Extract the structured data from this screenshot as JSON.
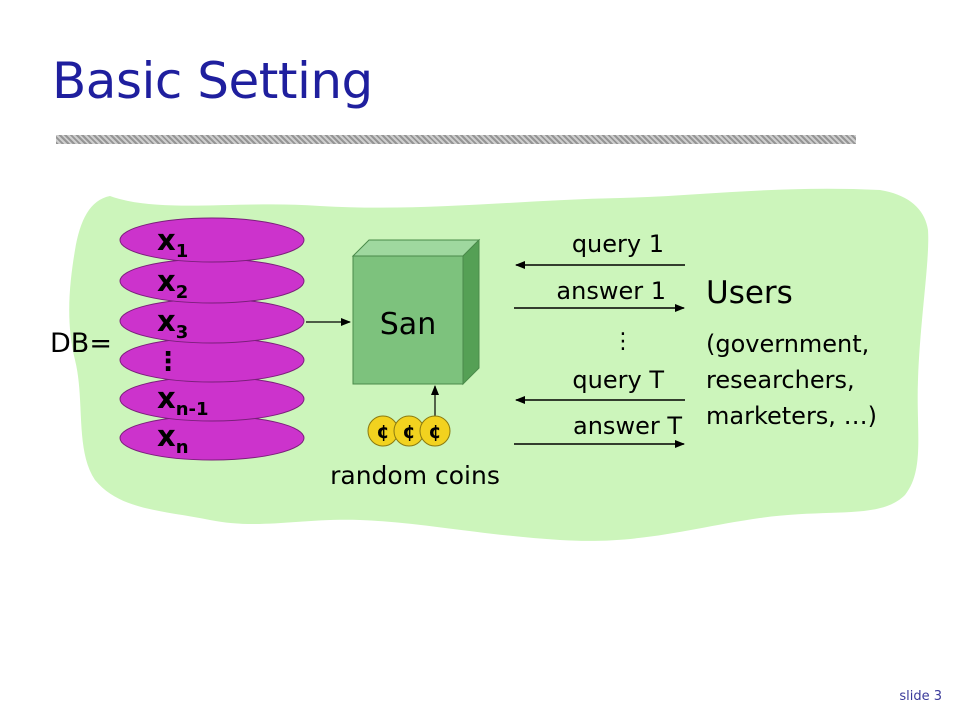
{
  "slide": {
    "title": "Basic Setting",
    "number_label": "slide 3"
  },
  "colors": {
    "title": "#1f1f9e",
    "background_blob": "#ccf5bb",
    "records": "#cc33cc",
    "sanitizer_front": "#7dc27d",
    "sanitizer_side": "#55a055",
    "coins": "#f2d21f"
  },
  "database": {
    "label": "DB=",
    "records": [
      {
        "base": "x",
        "sub": "1"
      },
      {
        "base": "x",
        "sub": "2"
      },
      {
        "base": "x",
        "sub": "3"
      },
      {
        "base": "",
        "sub": ""
      },
      {
        "base": "x",
        "sub": "n-1"
      },
      {
        "base": "x",
        "sub": "n"
      }
    ],
    "ellipsis": "⋮"
  },
  "sanitizer": {
    "label": "San"
  },
  "coins": {
    "symbols": [
      "¢",
      "¢",
      "¢"
    ],
    "label": "random coins"
  },
  "exchange": {
    "query_1": "query 1",
    "answer_1": "answer 1",
    "ellipsis": "⋮",
    "query_T": "query T",
    "answer_T": "answer T"
  },
  "users": {
    "title": "Users",
    "line1": "(government,",
    "line2": "researchers,",
    "line3": "marketers, …)"
  }
}
